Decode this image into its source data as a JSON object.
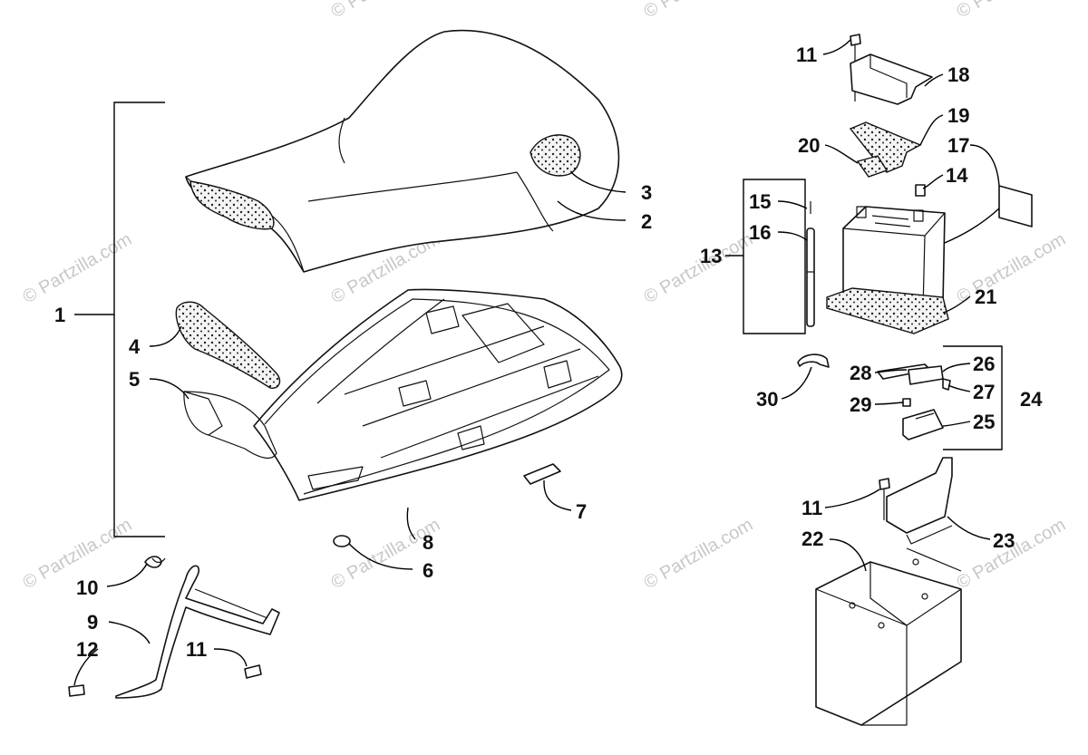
{
  "watermark": "© Partzilla.com",
  "callouts": [
    "1",
    "2",
    "3",
    "4",
    "5",
    "6",
    "7",
    "8",
    "9",
    "10",
    "11",
    "11",
    "11",
    "12",
    "13",
    "14",
    "15",
    "16",
    "17",
    "18",
    "19",
    "20",
    "21",
    "22",
    "23",
    "24",
    "25",
    "26",
    "27",
    "28",
    "29",
    "30"
  ],
  "colors": {
    "line": "#111111",
    "watermark": "#c8c8c8",
    "background": "#ffffff"
  }
}
